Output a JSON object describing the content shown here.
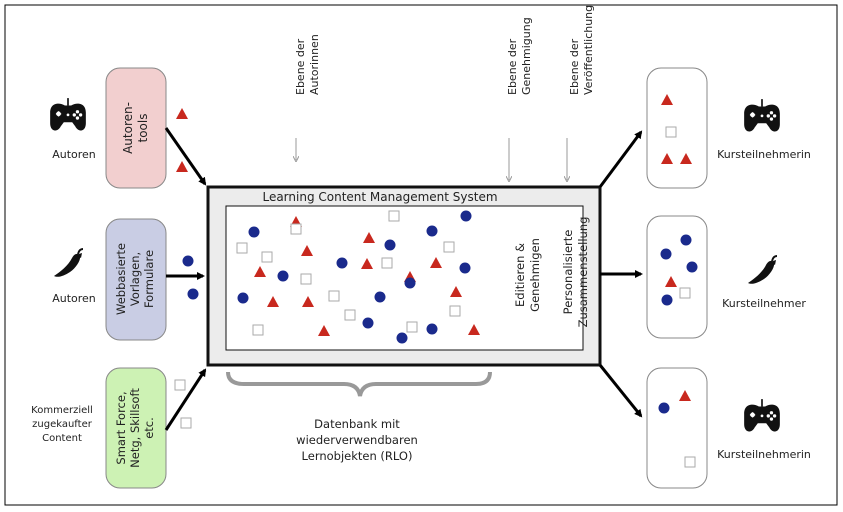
{
  "colors": {
    "triangle": "#c8281e",
    "circle": "#1a2a8c",
    "square_stroke": "#aaaaaa",
    "author_box_pink": "#f2cfcf",
    "author_box_blue": "#c9cde4",
    "author_box_green": "#cdf2b4",
    "lcms_frame": "#ececec"
  },
  "left": {
    "actors": [
      {
        "label": "Autoren",
        "icon": "gamepad-icon"
      },
      {
        "label": "Autoren",
        "icon": "chili-pepper-icon"
      },
      {
        "label_lines": [
          "Kommerziell",
          "zugekaufter",
          "Content"
        ]
      }
    ],
    "tools": [
      {
        "lines": [
          "Autoren-",
          "tools"
        ]
      },
      {
        "lines": [
          "Webbasierte",
          "Vorlagen,",
          "Formulare"
        ]
      },
      {
        "lines": [
          "Smart Force,",
          "Netg, Skillsoft",
          "etc."
        ]
      }
    ]
  },
  "levels": [
    {
      "lines": [
        "Ebene der",
        "Autorinnen"
      ]
    },
    {
      "lines": [
        "Ebene der",
        "Genehmigung"
      ]
    },
    {
      "lines": [
        "Ebene der",
        "Veröffentlichung"
      ]
    }
  ],
  "lcms": {
    "title": "Learning Content Management System",
    "edit_lines": [
      "Editieren &",
      "Genehmigen"
    ],
    "personal_lines": [
      "Personalisierte",
      "Zusammenstellung"
    ]
  },
  "database": {
    "lines": [
      "Datenbank mit",
      "wiederverwendbaren",
      "Lernobjekten (RLO)"
    ]
  },
  "right": {
    "learners": [
      {
        "label": "Kursteilnehmerin",
        "icon": "gamepad-icon"
      },
      {
        "label": "Kursteilnehmer",
        "icon": "chili-pepper-icon"
      },
      {
        "label": "Kursteilnehmerin",
        "icon": "gamepad-icon"
      }
    ]
  }
}
